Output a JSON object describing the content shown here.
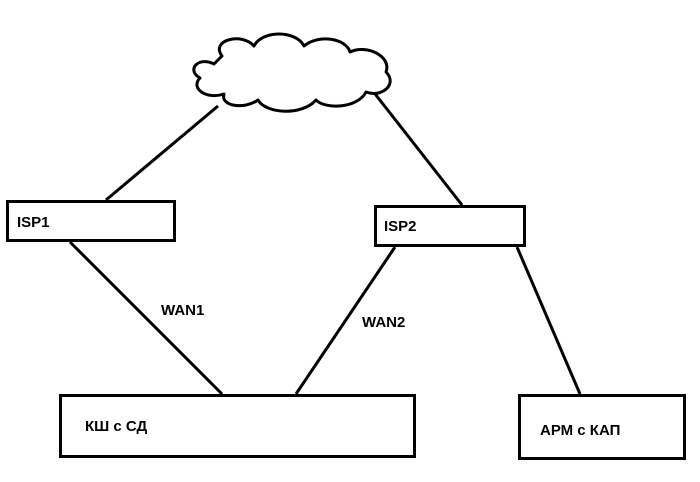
{
  "diagram": {
    "nodes": {
      "isp1": "ISP1",
      "isp2": "ISP2",
      "ksh": "КШ с СД",
      "arm": "АРМ с КАП"
    },
    "links": {
      "wan1": "WAN1",
      "wan2": "WAN2"
    }
  },
  "colors": {
    "stroke": "#000000",
    "background": "#ffffff"
  }
}
